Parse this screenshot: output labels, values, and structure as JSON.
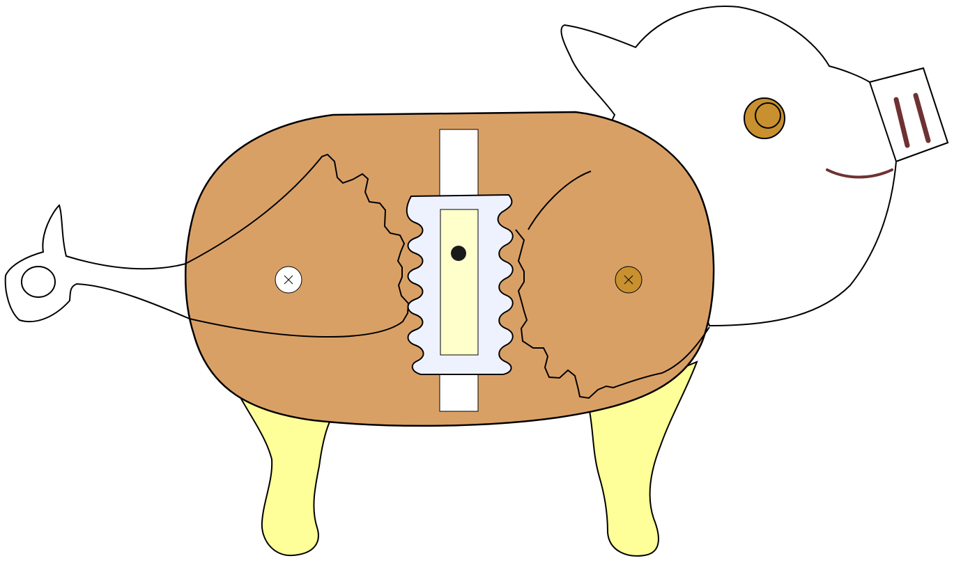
{
  "colors": {
    "background": "#ffffff",
    "outline": "#000000",
    "body_fill": "#d9a066",
    "legs_fill": "#ffff99",
    "rack_fill": "#eef2ff",
    "slot_fill": "#ffffcc",
    "rail_fill": "#ffffff",
    "eye_fill": "#c8902e",
    "mouth_color": "#6e3232",
    "screw_left_fill": "#ffffff",
    "screw_right_fill": "#c8902e"
  },
  "parts": [
    "head",
    "tail",
    "body",
    "legs",
    "left-gear",
    "right-gear",
    "rack",
    "pivot-slot",
    "guide-rail",
    "left-screw",
    "right-screw",
    "eye",
    "snout",
    "mouth"
  ]
}
